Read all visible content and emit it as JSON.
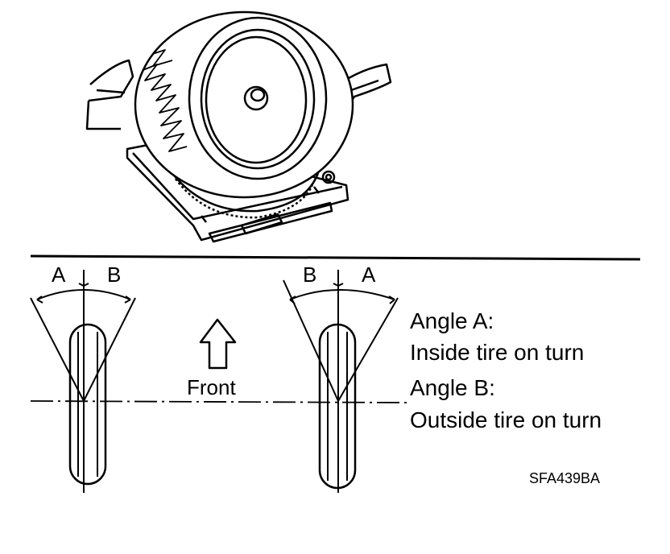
{
  "labels": {
    "left_a": "A",
    "left_b": "B",
    "right_b": "B",
    "right_a": "A",
    "front": "Front"
  },
  "legend": {
    "angle_a_title": "Angle A:",
    "angle_a_desc": "Inside tire on turn",
    "angle_b_title": "Angle B:",
    "angle_b_desc": "Outside tire on turn"
  },
  "figure_code": "SFA439BA"
}
